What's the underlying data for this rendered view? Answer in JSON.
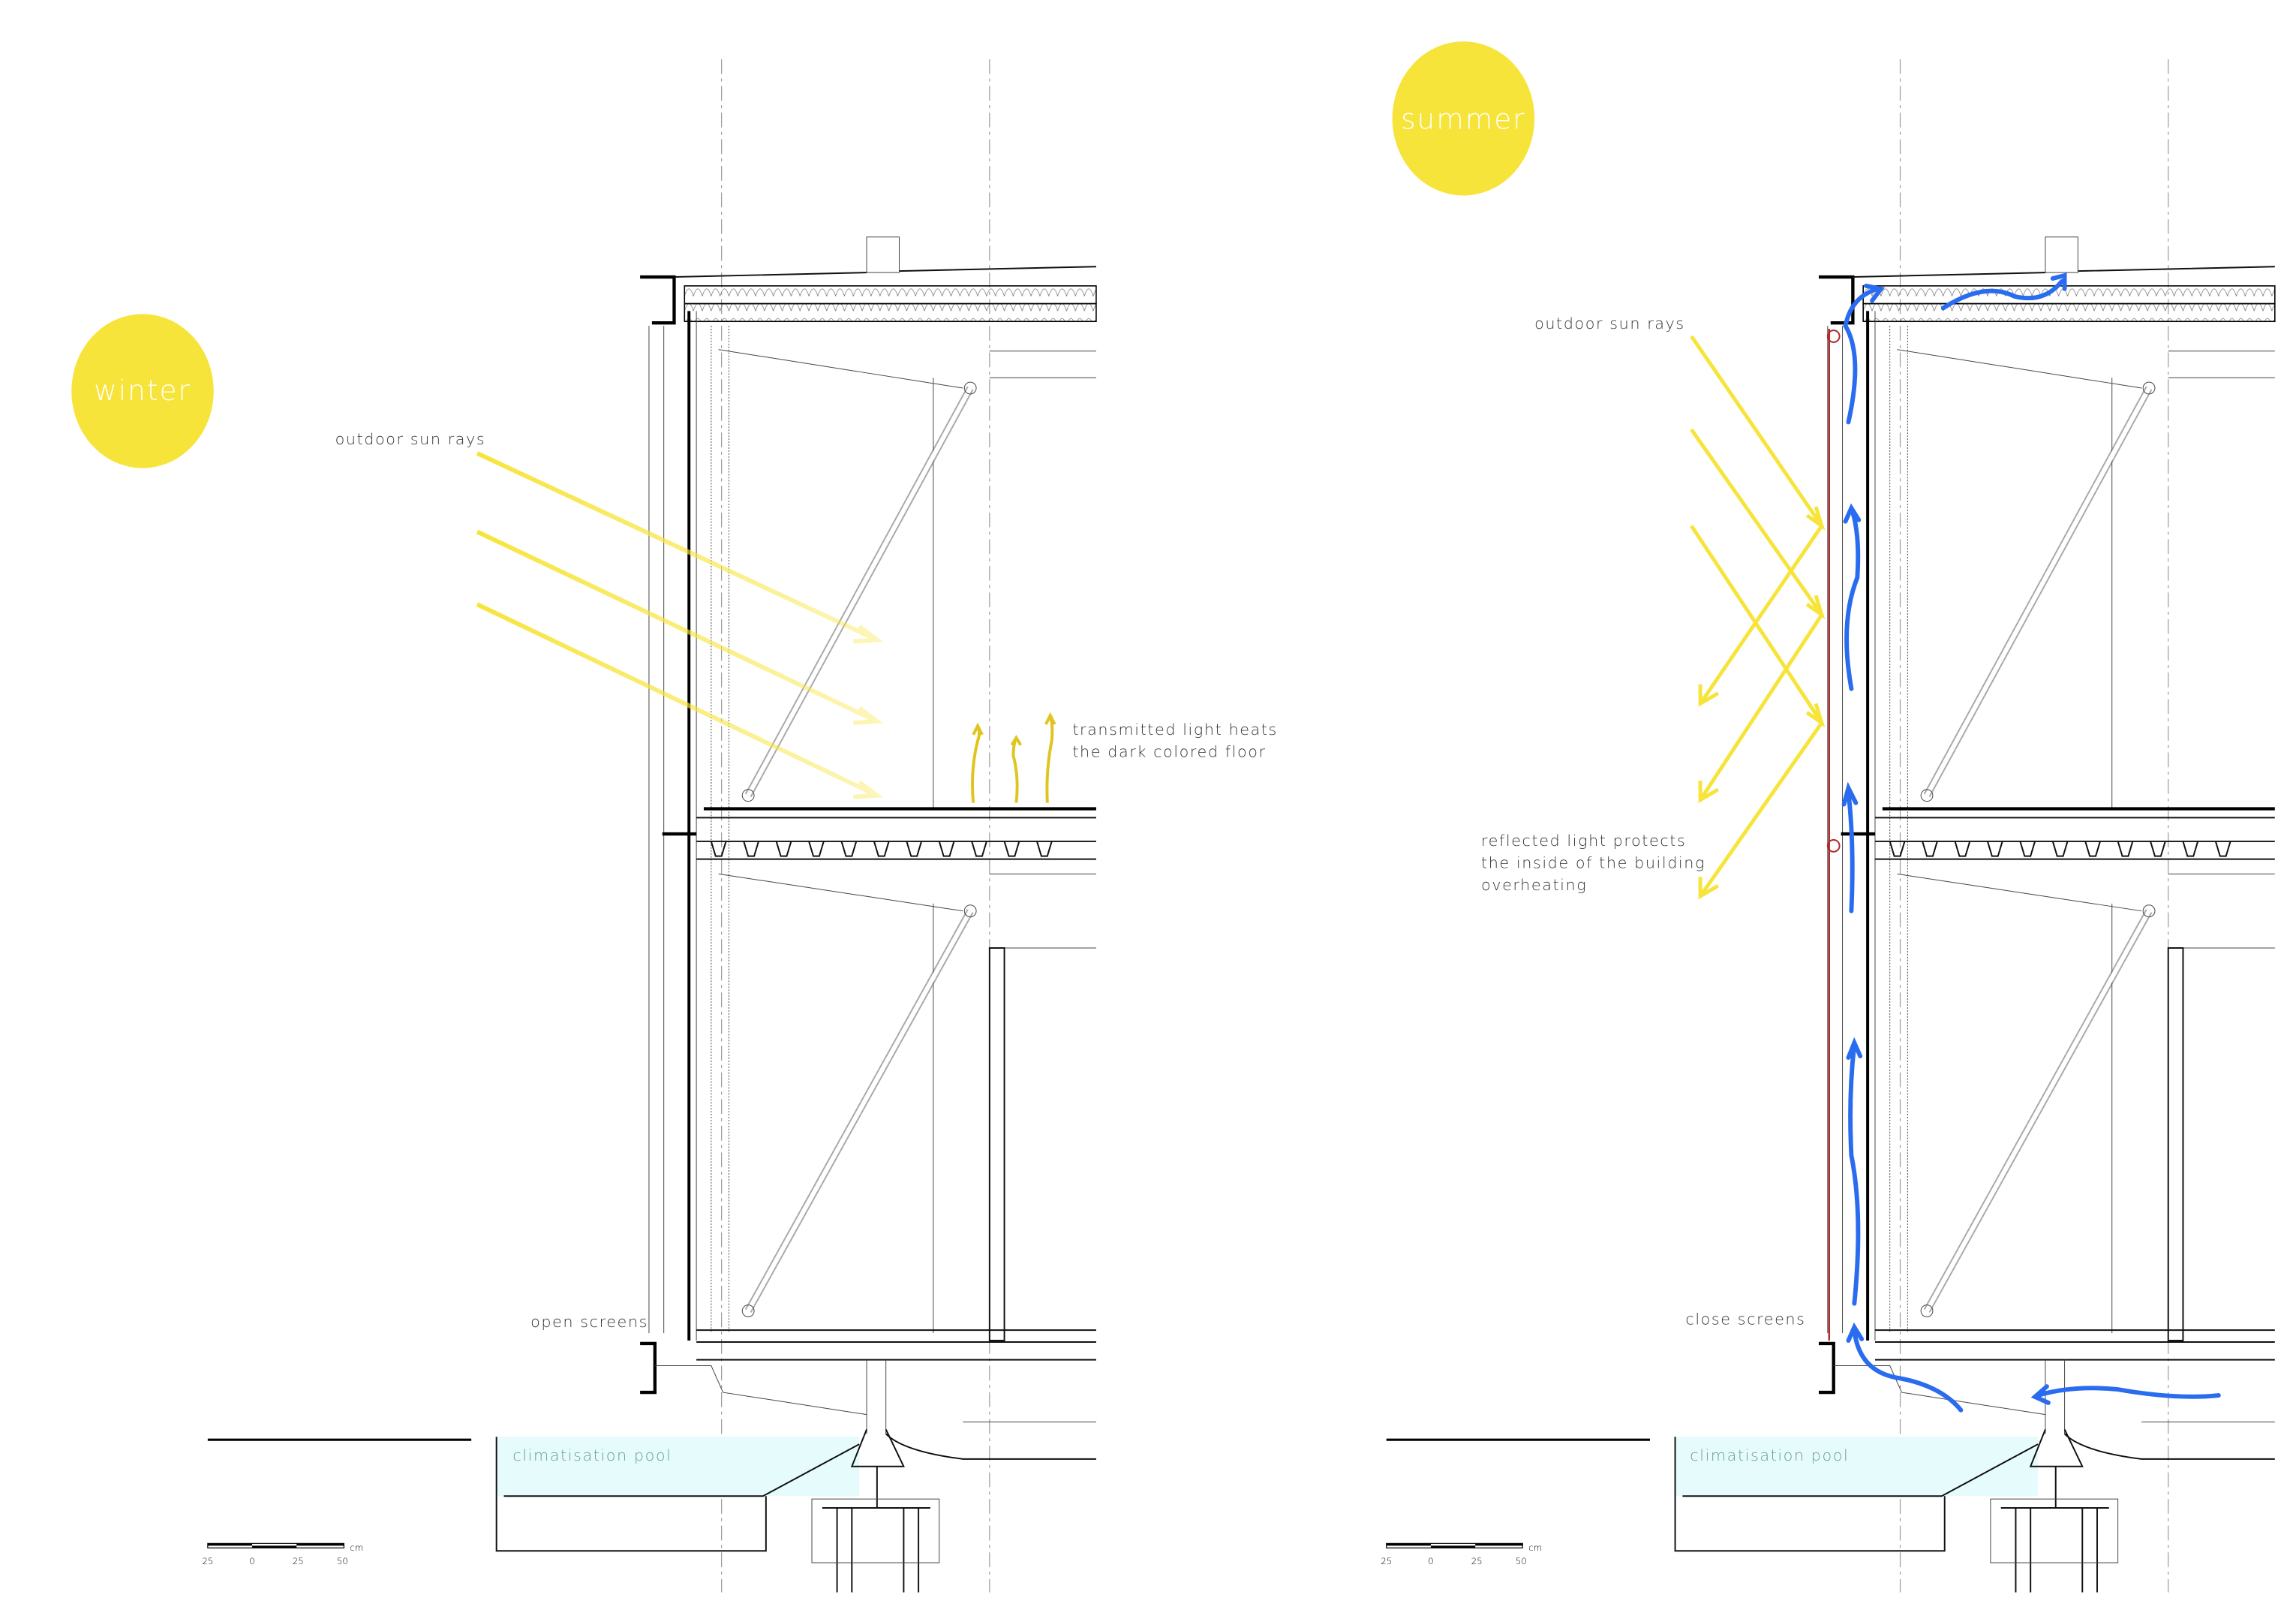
{
  "colors": {
    "sun": "#f7e43a",
    "air_flow": "#2a6cf0",
    "pool": "#e6fbfb",
    "screen_red": "#b0282a"
  },
  "winter": {
    "season_label": "winter",
    "sun_rays_label": "outdoor sun rays",
    "heat_label_line1": "transmitted light heats",
    "heat_label_line2": "the dark colored floor",
    "screens_label": "open screens",
    "pool_label": "climatisation pool"
  },
  "summer": {
    "season_label": "summer",
    "sun_rays_label": "outdoor sun rays",
    "reflect_label_line1": "reflected light protects",
    "reflect_label_line2": "the inside of the building",
    "reflect_label_line3": "overheating",
    "screens_label": "close screens",
    "pool_label": "climatisation pool"
  },
  "scale_bar": {
    "ticks": [
      "25",
      "0",
      "25",
      "50"
    ],
    "unit": "cm"
  }
}
